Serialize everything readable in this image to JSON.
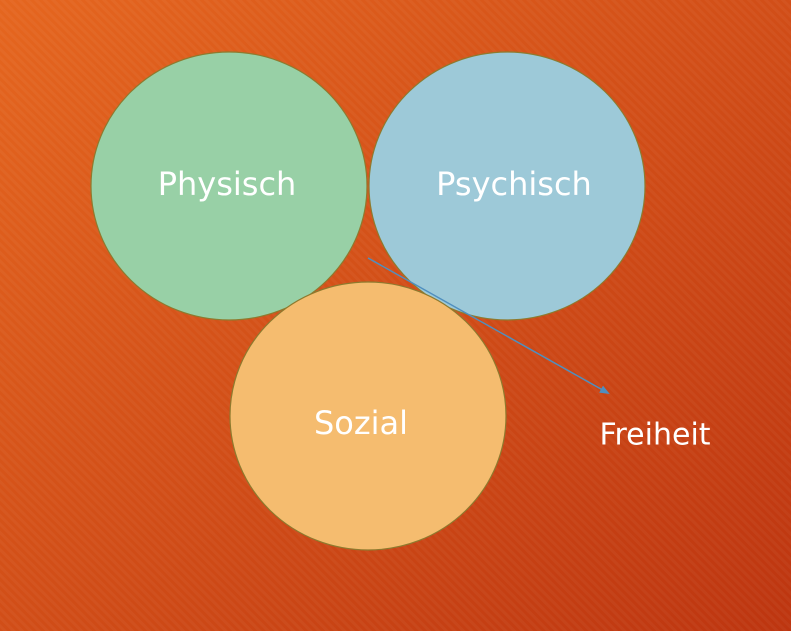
{
  "colors": {
    "bg_start": "#E5661F",
    "bg_end": "#BD3510",
    "physisch_fill": "#98D0A6",
    "psychisch_fill": "#9DC9D8",
    "sozial_fill": "#F5BC6F",
    "circle_stroke": "#8E7A2E",
    "arrow": "#4F8FBF",
    "text": "#FFFFFF"
  },
  "circles": {
    "physisch": {
      "label": "Physisch"
    },
    "psychisch": {
      "label": "Psychisch"
    },
    "sozial": {
      "label": "Sozial"
    }
  },
  "arrow_label": "Freiheit"
}
